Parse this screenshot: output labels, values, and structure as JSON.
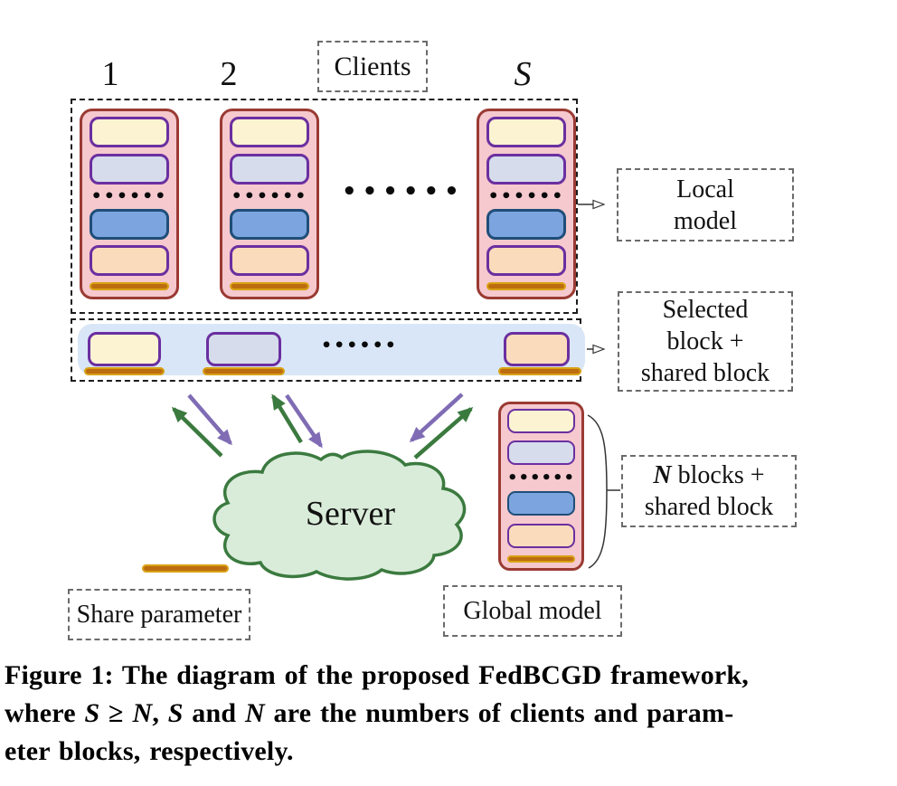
{
  "diagram": {
    "clients_label": "Clients",
    "client_1": "1",
    "client_2": "2",
    "client_s": "S",
    "dots": "••••••",
    "server_label": "Server",
    "local_model": {
      "line1": "Local",
      "line2": "model"
    },
    "selected_block": {
      "line1": "Selected",
      "line2": "block +",
      "line3": "shared block"
    },
    "n_blocks": {
      "n": "N",
      "rest": " blocks +",
      "line2": "shared block"
    },
    "share_parameter": "Share parameter",
    "global_model": "Global model"
  },
  "caption": {
    "l1": "Figure 1: The diagram of the proposed FedBCGD framework,",
    "l2": {
      "a": "where ",
      "b": "S",
      "c": " ≥ ",
      "d": "N",
      "e": ", ",
      "f": "S",
      "g": " and ",
      "h": "N",
      "i": " are the numbers of clients and param-"
    },
    "l3": "eter blocks, respectively."
  },
  "colors": {
    "stack_fill": "#f5c9ce",
    "stack_border": "#9a3a33",
    "block_border_purple": "#6b2fa0",
    "block_cream": "#fbf3d2",
    "block_lavender": "#d6dcec",
    "block_blue": "#7ca4de",
    "block_blue_border": "#1f4e79",
    "block_peach": "#fadcbc",
    "shared_bar_gold": "#d9a113",
    "shared_bar_core": "#bc6d10",
    "selected_band_blue": "#d9e6f7",
    "cloud_fill": "#d9ecd9",
    "arrow_green": "#3b7a3f",
    "arrow_purple": "#7f6cb4"
  }
}
